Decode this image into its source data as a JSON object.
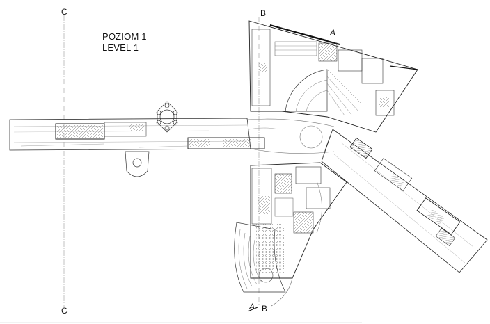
{
  "title": {
    "line1": "POZIOM 1",
    "line2": "LEVEL 1"
  },
  "section_markers": {
    "c_top": "C",
    "c_bottom": "C",
    "b_top": "B",
    "b_bottom": "B",
    "a_top": "A",
    "a_bottom": "A"
  },
  "colors": {
    "ink": "#1a1a1a",
    "line": "#555555",
    "light": "#9a9a9a",
    "background": "#ffffff"
  }
}
